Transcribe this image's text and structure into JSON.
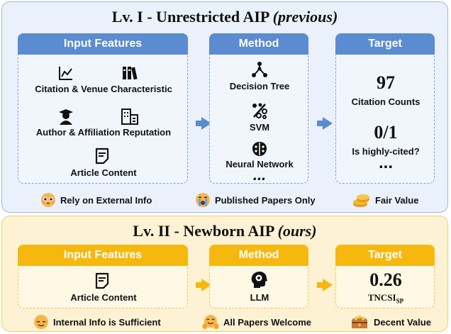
{
  "level1": {
    "title_main": "Lv. I - Unrestricted AIP",
    "title_tag": "(previous)",
    "input": {
      "header": "Input Features",
      "items": [
        "Citation & Venue Characteristic",
        "Author & Affiliation Reputation",
        "Article Content"
      ]
    },
    "method": {
      "header": "Method",
      "items": [
        "Decision Tree",
        "SVM",
        "Neural Network",
        "..."
      ]
    },
    "target": {
      "header": "Target",
      "value1": "97",
      "label1": "Citation Counts",
      "value2": "0/1",
      "label2": "Is highly-cited?",
      "more": "..."
    },
    "footer": [
      "Rely on External Info",
      "Published Papers Only",
      "Fair Value"
    ]
  },
  "level2": {
    "title_main": "Lv. II - Newborn AIP",
    "title_tag": "(ours)",
    "input": {
      "header": "Input Features",
      "item": "Article Content"
    },
    "method": {
      "header": "Method",
      "item": "LLM"
    },
    "target": {
      "header": "Target",
      "value": "0.26",
      "metric": "TNCSI",
      "metric_sub": "SP"
    },
    "footer": [
      "Internal Info is Sufficient",
      "All Papers Welcome",
      "Decent Value"
    ]
  },
  "colors": {
    "blue": "#5b8bd0",
    "yellow": "#f6b80f"
  }
}
